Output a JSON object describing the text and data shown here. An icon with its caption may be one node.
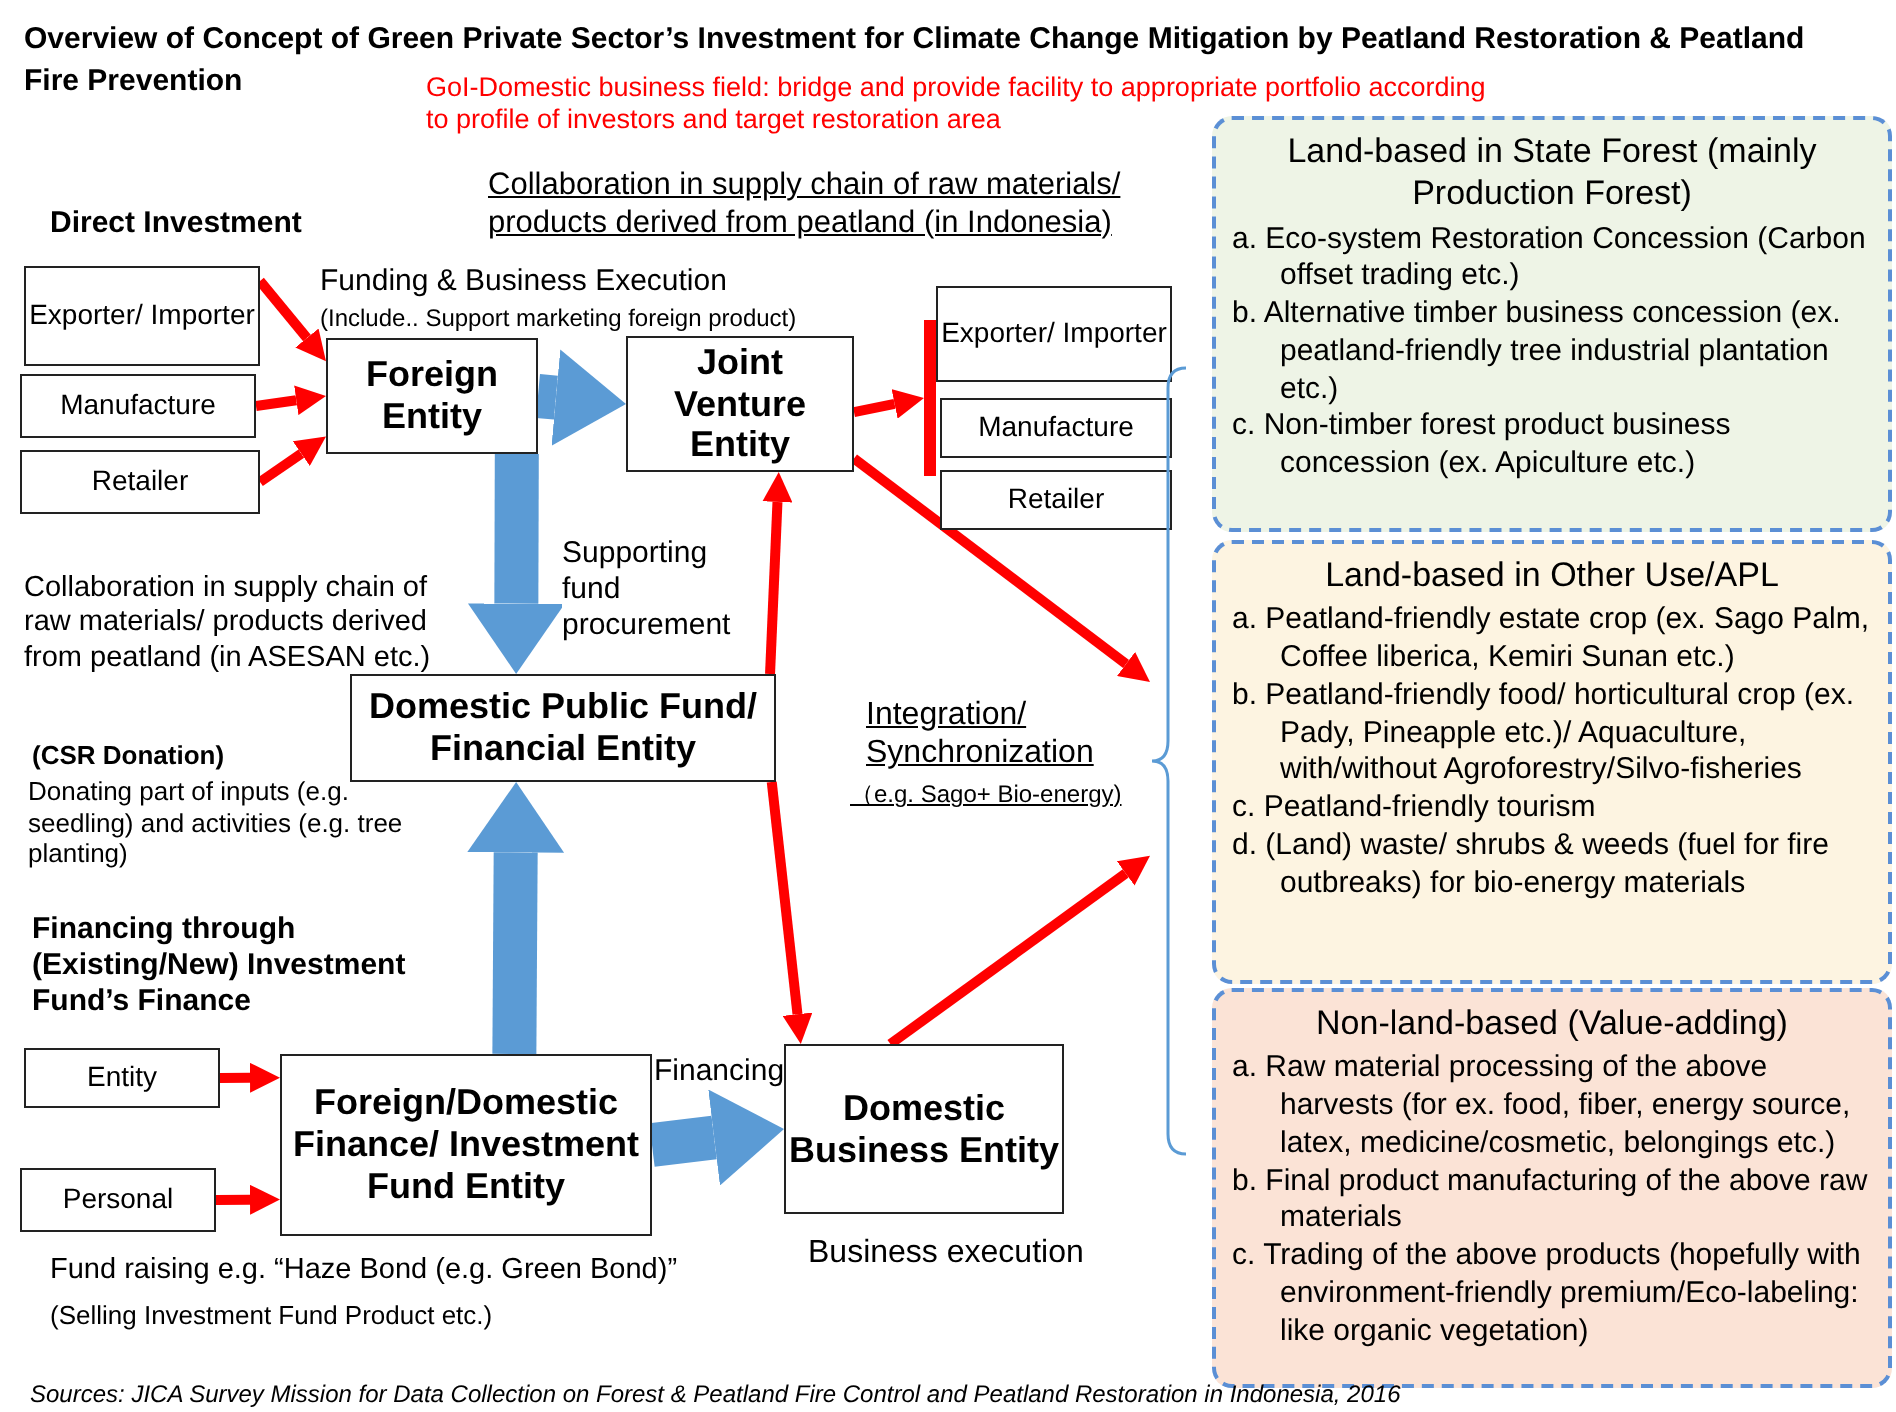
{
  "diagram": {
    "title": "Overview of Concept of Green Private Sector’s Investment for Climate Change Mitigation by Peatland Restoration & Peatland Fire Prevention",
    "caption": "Sources: JICA Survey Mission for Data Collection on Forest & Peatland Fire Control and Peatland Restoration in Indonesia, 2016",
    "nodes": [
      {
        "text": [
          "Exporter/ Importer"
        ]
      },
      {
        "text": [
          "Manufacture"
        ]
      },
      {
        "text": [
          "Retailer"
        ]
      },
      {
        "text": [
          "Foreign Entity"
        ]
      },
      {
        "text": [
          "Joint Venture Entity"
        ]
      },
      {
        "text": [],
        "shape": "bar"
      },
      {
        "text": [
          "Exporter/ Importer"
        ]
      },
      {
        "text": [
          "Manufacture"
        ]
      },
      {
        "text": [
          "Retailer"
        ]
      },
      {
        "text": [
          "Domestic Public Fund/ Financial Entity"
        ]
      },
      {
        "text": [
          "Entity"
        ]
      },
      {
        "text": [
          "Personal"
        ]
      },
      {
        "text": [
          "Foreign/Domestic Finance/ Investment Fund Entity"
        ]
      },
      {
        "text": [
          "Domestic Business Entity"
        ],
        "beside": [
          "Business execution"
        ]
      },
      {
        "text": [],
        "shape": "brace"
      },
      {
        "text": [
          "Land-based in State Forest (mainly Production Forest)",
          "a. Eco-system Restoration Concession (Carbon offset trading etc.)",
          "b. Alternative timber business concession (ex. peatland-friendly tree industrial plantation etc.)",
          "c. Non-timber forest product business concession (ex. Apiculture etc.)"
        ]
      },
      {
        "text": [
          "Land-based in Other Use/APL",
          "a. Peatland-friendly estate crop (ex. Sago Palm, Coffee liberica, Kemiri Sunan etc.)",
          "b. Peatland-friendly food/ horticultural crop (ex. Pady, Pineapple etc.)/ Aquaculture, with/without Agroforestry/Silvo-fisheries",
          "c. Peatland-friendly tourism",
          "d. (Land) waste/ shrubs & weeds (fuel for fire outbreaks) for bio-energy materials"
        ]
      },
      {
        "text": [
          "Non-land-based (Value-adding)",
          "a. Raw material processing of the above harvests (for ex. food, fiber, energy source, latex, medicine/cosmetic, belongings etc.)",
          "b. Final product manufacturing of the above raw materials",
          "c. Trading of the above products (hopefully with environment-friendly premium/Eco-labeling: like organic vegetation)"
        ]
      }
    ],
    "edges": [
      {
        "from": 0,
        "to": 3,
        "arrow": "to"
      },
      {
        "from": 1,
        "to": 3,
        "arrow": "to"
      },
      {
        "from": 2,
        "to": 3,
        "arrow": "to"
      },
      {
        "from": 3,
        "to": 4,
        "arrow": "to",
        "style": "thick",
        "color": "#5b9bd5"
      },
      {
        "from": 4,
        "to": 5,
        "arrow": "to"
      },
      {
        "from": 3,
        "to": 9,
        "arrow": "to",
        "style": "thick",
        "color": "#5b9bd5",
        "label": "Supporting fund procurement"
      },
      {
        "from": 9,
        "to": 4,
        "arrow": "to"
      },
      {
        "from": 4,
        "to": 14,
        "arrow": "to"
      },
      {
        "from": 9,
        "to": 13,
        "arrow": "to"
      },
      {
        "from": 13,
        "to": 14,
        "arrow": "to"
      },
      {
        "from": 12,
        "to": 9,
        "arrow": "to",
        "style": "thick",
        "color": "#5b9bd5"
      },
      {
        "from": 10,
        "to": 12,
        "arrow": "to"
      },
      {
        "from": 11,
        "to": 12,
        "arrow": "to"
      },
      {
        "from": 12,
        "to": 13,
        "arrow": "to",
        "style": "thick",
        "color": "#5b9bd5",
        "label": "Financing"
      }
    ],
    "labels": [
      "GoI-Domestic business field: bridge and provide facility to appropriate portfolio according to profile of investors and target restoration area",
      "Collaboration in supply chain of raw materials/ products derived from peatland (in Indonesia)",
      "Direct Investment",
      "Funding & Business Execution",
      "(Include.. Support marketing foreign product)",
      "Collaboration in supply chain of raw materials/ products derived from peatland (in ASESAN etc.)",
      "(CSR Donation)",
      "Donating part of inputs (e.g. seedling) and activities (e.g. tree planting)",
      "Integration/ Synchronization",
      "（e.g. Sago+ Bio-energy)",
      "Financing through (Existing/New) Investment Fund’s Finance",
      "Fund raising e.g. “Haze Bond (e.g. Green Bond)”",
      "(Selling Investment Fund Product etc.)"
    ]
  }
}
